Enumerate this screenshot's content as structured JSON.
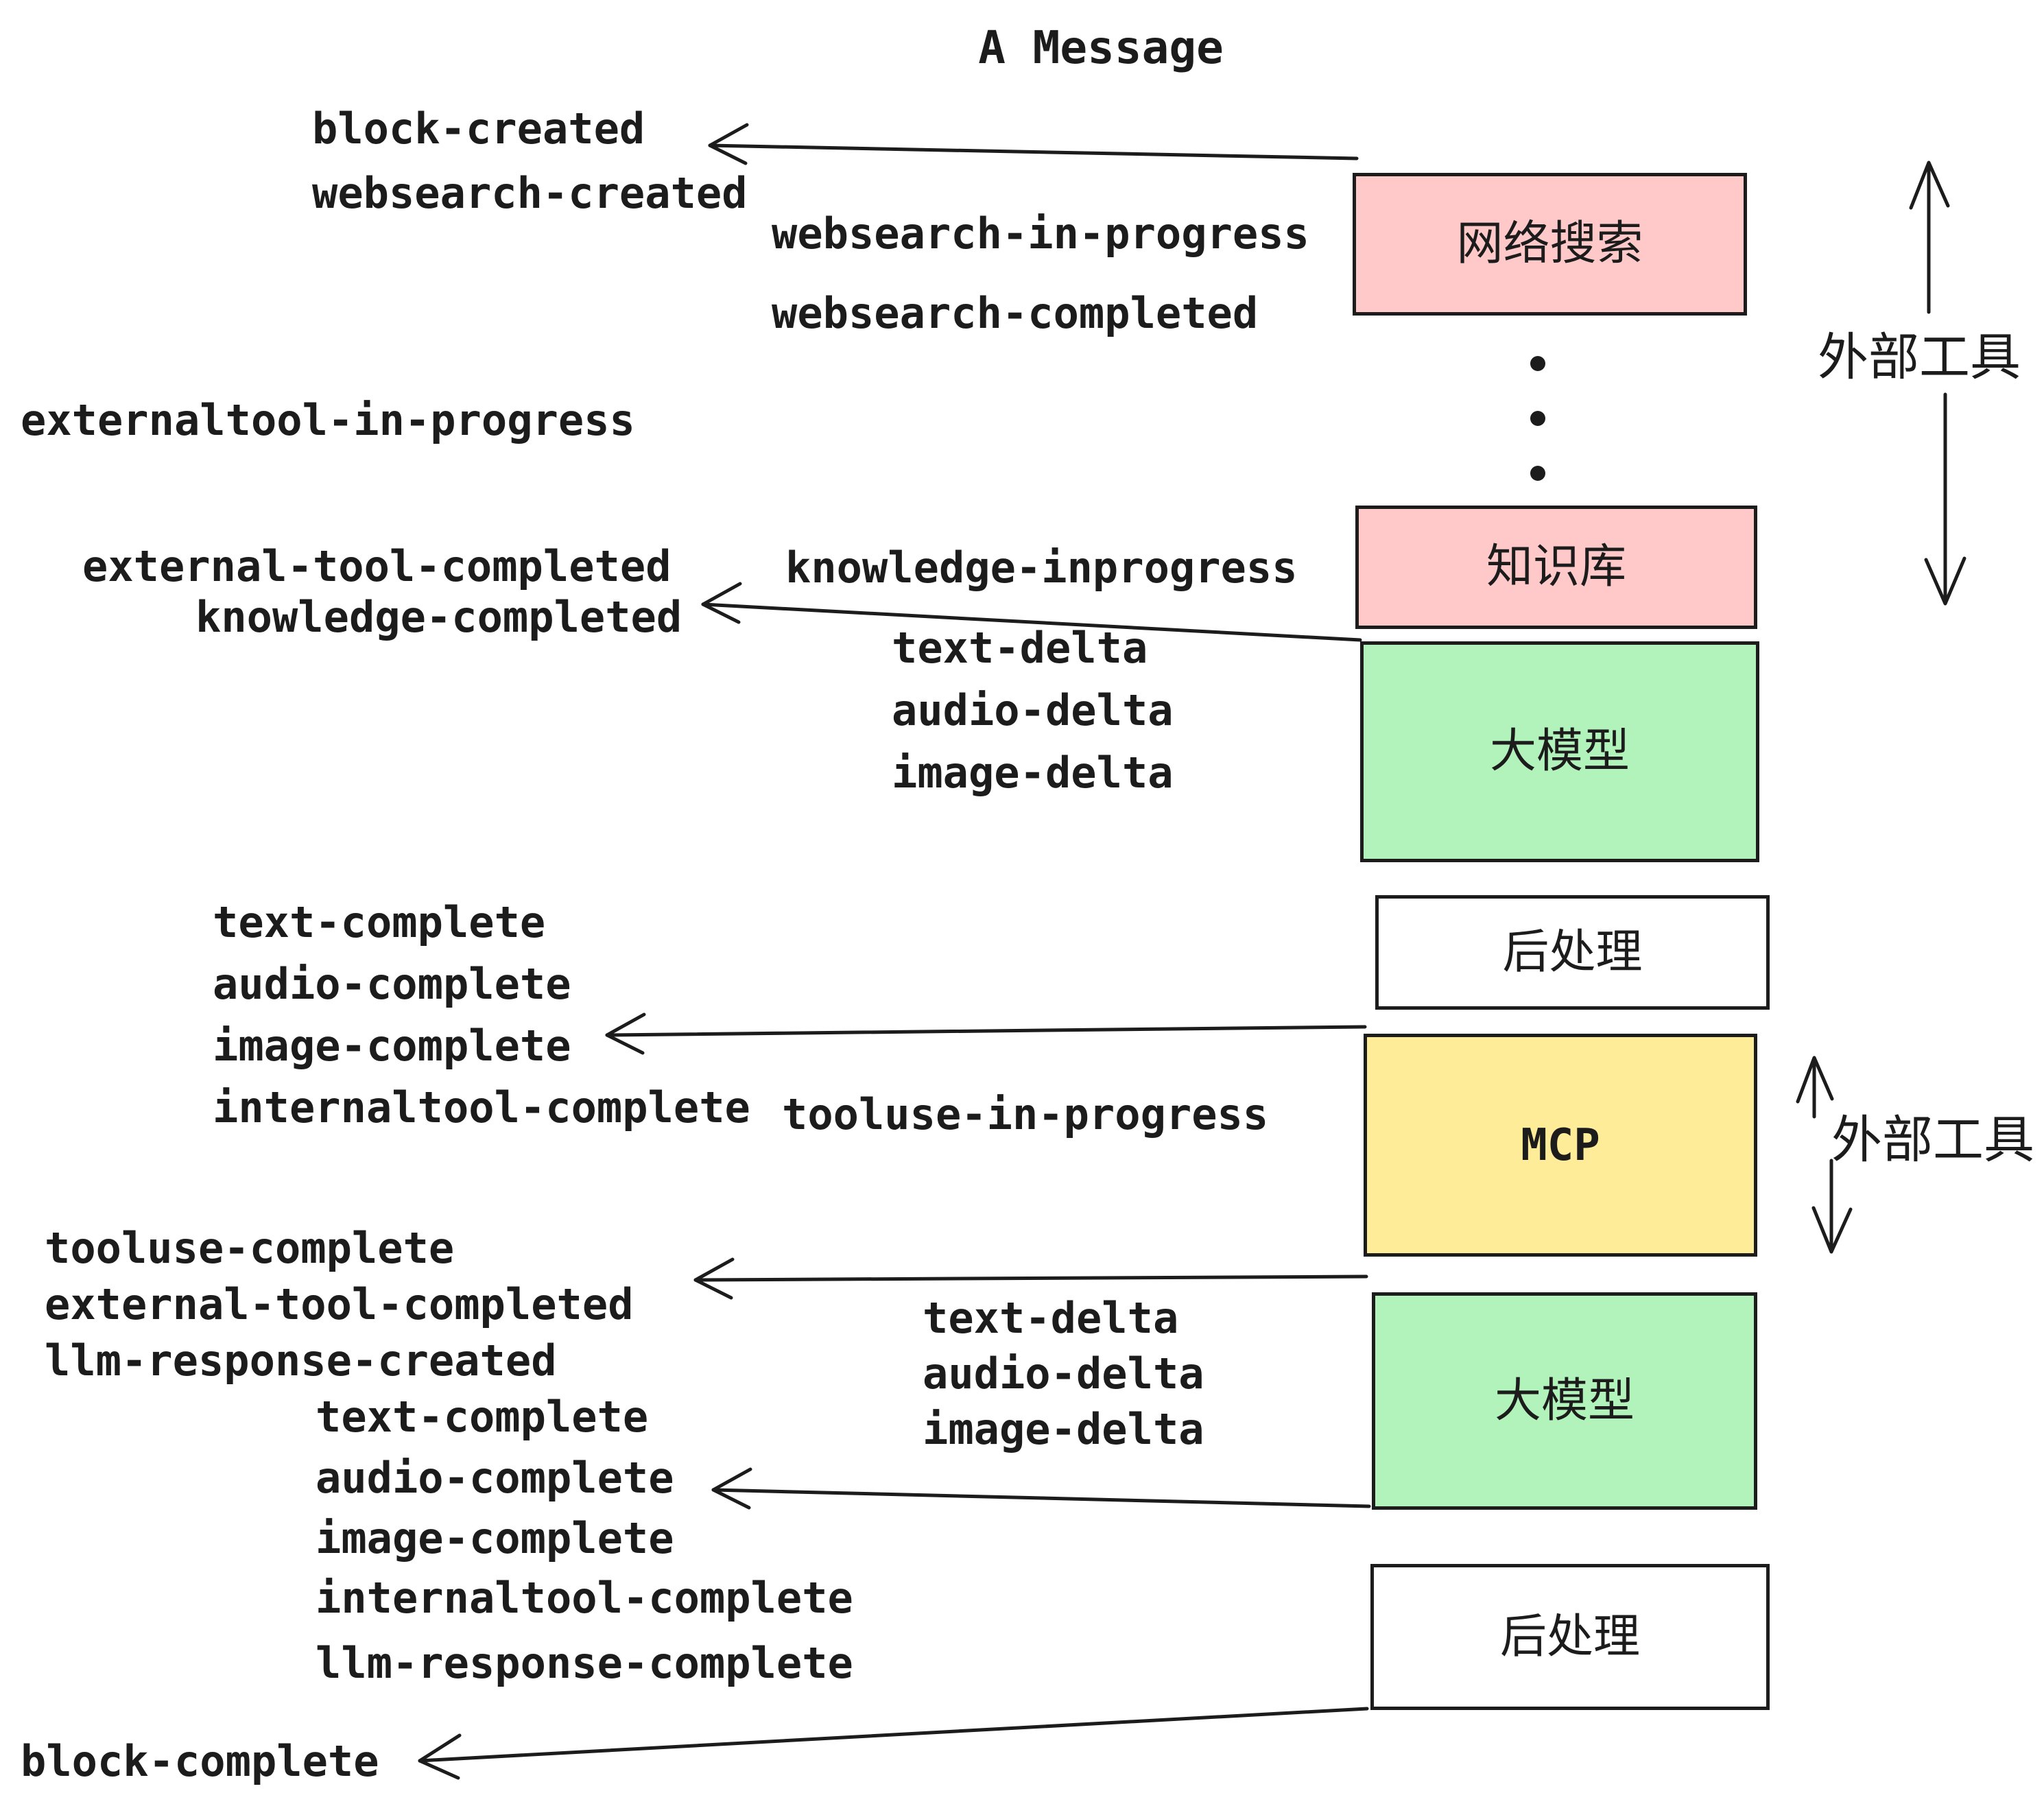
{
  "title": "A Message",
  "colors": {
    "pink": "#ffc9c9",
    "green": "#b2f2bb",
    "yellow": "#ffec99",
    "ink": "#1c1c1c",
    "background": "#ffffff"
  },
  "boxes": {
    "websearch": "网络搜索",
    "knowledge": "知识库",
    "llm_top": "大模型",
    "postprocess_top": "后处理",
    "mcp": "MCP",
    "llm_bottom": "大模型",
    "postprocess_bottom": "后处理"
  },
  "side": {
    "external_tools_top": "外部工具",
    "external_tools_bottom": "外部工具"
  },
  "events": {
    "block_created": "block-created",
    "websearch_created": "websearch-created",
    "websearch_in_progress": "websearch-in-progress",
    "websearch_completed": "websearch-completed",
    "externaltool_in_progress": "externaltool-in-progress",
    "knowledge_inprogress": "knowledge-inprogress",
    "external_tool_completed_1": "external-tool-completed",
    "knowledge_completed": "knowledge-completed",
    "text_delta_1": "text-delta",
    "audio_delta_1": "audio-delta",
    "image_delta_1": "image-delta",
    "text_complete_1": "text-complete",
    "audio_complete_1": "audio-complete",
    "image_complete_1": "image-complete",
    "internaltool_complete_1": "internaltool-complete",
    "tooluse_in_progress": "tooluse-in-progress",
    "tooluse_complete": "tooluse-complete",
    "external_tool_completed_2": "external-tool-completed",
    "llm_response_created": "llm-response-created",
    "text_delta_2": "text-delta",
    "audio_delta_2": "audio-delta",
    "image_delta_2": "image-delta",
    "text_complete_2": "text-complete",
    "audio_complete_2": "audio-complete",
    "image_complete_2": "image-complete",
    "internaltool_complete_2": "internaltool-complete",
    "llm_response_complete": "llm-response-complete",
    "block_complete": "block-complete"
  }
}
